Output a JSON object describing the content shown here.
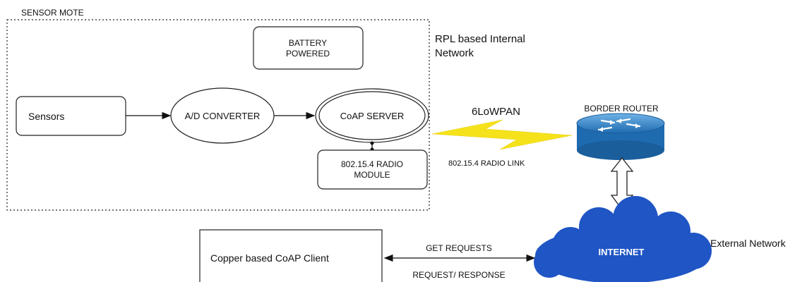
{
  "sensor_mote": {
    "label": "SENSOR MOTE"
  },
  "battery": {
    "line1": "BATTERY",
    "line2": "POWERED"
  },
  "rpl_network": {
    "line1": "RPL based Internal",
    "line2": "Network"
  },
  "sensors": {
    "label": "Sensors"
  },
  "ad_converter": {
    "label": "A/D CONVERTER"
  },
  "coap_server": {
    "label": "CoAP SERVER"
  },
  "radio_module": {
    "line1": "802.15.4 RADIO",
    "line2": "MODULE"
  },
  "link": {
    "protocol": "6LoWPAN",
    "radio_link": "802.15.4 RADIO LINK"
  },
  "border_router": {
    "label": "BORDER ROUTER"
  },
  "internet": {
    "label": "INTERNET"
  },
  "external_network": {
    "label": "External Network"
  },
  "coap_client": {
    "label": "Copper based CoAP Client"
  },
  "client_link": {
    "get_requests": "GET REQUESTS",
    "request_response": "REQUEST/ RESPONSE"
  },
  "colors": {
    "router_blue": "#2f7dbf",
    "cloud_blue": "#1f55c4",
    "lightning_yellow": "#f5e21a"
  }
}
